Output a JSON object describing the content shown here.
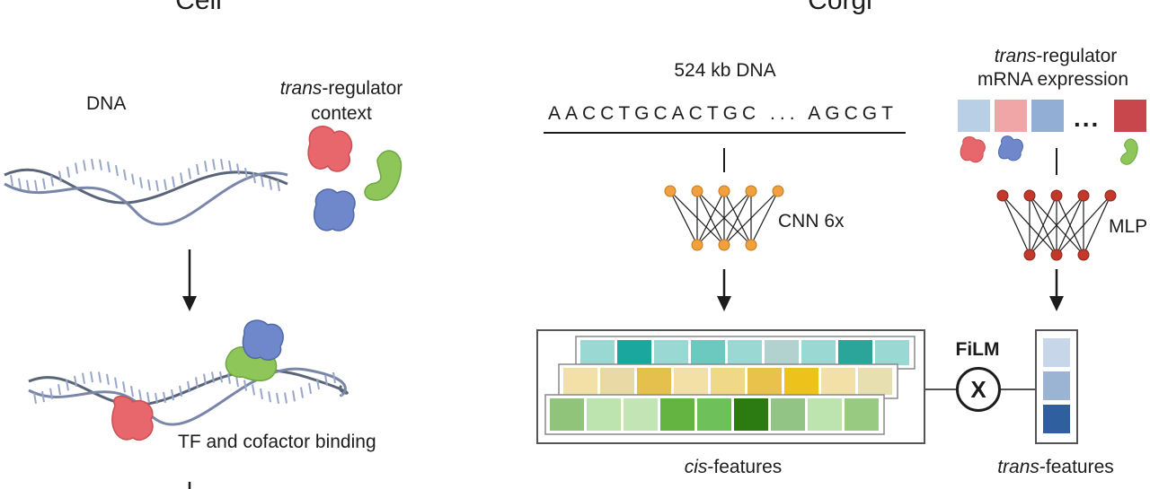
{
  "cell": {
    "title": "Cell",
    "dna_label": "DNA",
    "trans_label_italic": "trans",
    "trans_label_rest": "-regulator",
    "trans_label_line2": "context",
    "binding_label": "TF and cofactor binding"
  },
  "corgi": {
    "title": "Corgi",
    "dna_length_label": "524 kb DNA",
    "sequence_start": "AACCTGCACTGC",
    "sequence_ellipsis": "...",
    "sequence_end": "AGCGT",
    "cnn_label": "CNN 6x",
    "trans_header_italic": "trans",
    "trans_header_rest": "-regulator",
    "trans_header_line2": "mRNA expression",
    "expression_ellipsis": "...",
    "mlp_label": "MLP",
    "film_label": "FiLM",
    "film_op": "X",
    "cis_features_italic": "cis",
    "cis_features_rest": "-features",
    "trans_features_italic": "trans",
    "trans_features_rest": "-features"
  },
  "colors": {
    "tf_red": "#e8676c",
    "tf_blue": "#6f88cc",
    "tf_green": "#8ec65a",
    "dna_strand": "#5a6478",
    "dna_rungs": "#9aa6c8",
    "node_orange": "#f0a03c",
    "node_red": "#c0392b",
    "expression_cells": [
      "#b9cfe6",
      "#f0a6a6",
      "#93aed4",
      "#c8474d"
    ],
    "cis_row_teal": [
      "#9ad8d4",
      "#1aa89e",
      "#9ad8d4",
      "#6cc9c0",
      "#9ad8d4",
      "#b2d2d0",
      "#9ad8d4",
      "#2ba59a",
      "#9ad8d4"
    ],
    "cis_row_yellow": [
      "#f3e0a6",
      "#e9d9a4",
      "#e6c04c",
      "#f3e0a6",
      "#efd988",
      "#e8c24a",
      "#ecc21b",
      "#f3e0a6",
      "#e8dfb0"
    ],
    "cis_row_green": [
      "#8fc47a",
      "#bde3ae",
      "#c3e5b6",
      "#64b441",
      "#6ec05a",
      "#2c7a12",
      "#92c585",
      "#bde3ae",
      "#98ca82"
    ],
    "trans_feature_cells": [
      "#c8d6ea",
      "#9bb4d4",
      "#2f5f9e"
    ]
  }
}
